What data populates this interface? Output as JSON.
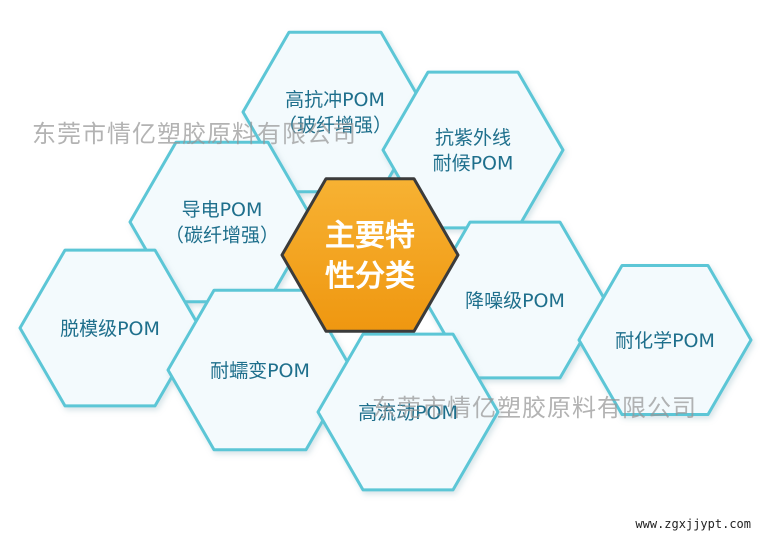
{
  "diagram": {
    "center": {
      "lines": [
        "主要特",
        "性分类"
      ]
    },
    "cells": [
      {
        "id": "impact",
        "lines": [
          "高抗冲POM",
          "（玻纤增强）"
        ]
      },
      {
        "id": "uv",
        "lines": [
          "抗紫外线",
          "耐候POM"
        ]
      },
      {
        "id": "conductive",
        "lines": [
          "导电POM",
          "（碳纤增强）"
        ]
      },
      {
        "id": "release",
        "lines": [
          "脱模级POM"
        ]
      },
      {
        "id": "noise",
        "lines": [
          "降噪级POM"
        ]
      },
      {
        "id": "creep",
        "lines": [
          "耐蠕变POM"
        ]
      },
      {
        "id": "flow",
        "lines": [
          "高流动POM"
        ]
      },
      {
        "id": "chemical",
        "lines": [
          "耐化学POM"
        ]
      }
    ]
  },
  "watermarks": [
    "东莞市情亿塑胶原料有限公司",
    "东莞市情亿塑胶原料有限公司"
  ],
  "site_url": "www.zgxjjypt.com",
  "colors": {
    "outline": "#5cc6d6",
    "cell_fill": "#f3fafd",
    "text": "#1e6f8c",
    "center_fill": "#f5a21c",
    "center_text": "#ffffff"
  }
}
